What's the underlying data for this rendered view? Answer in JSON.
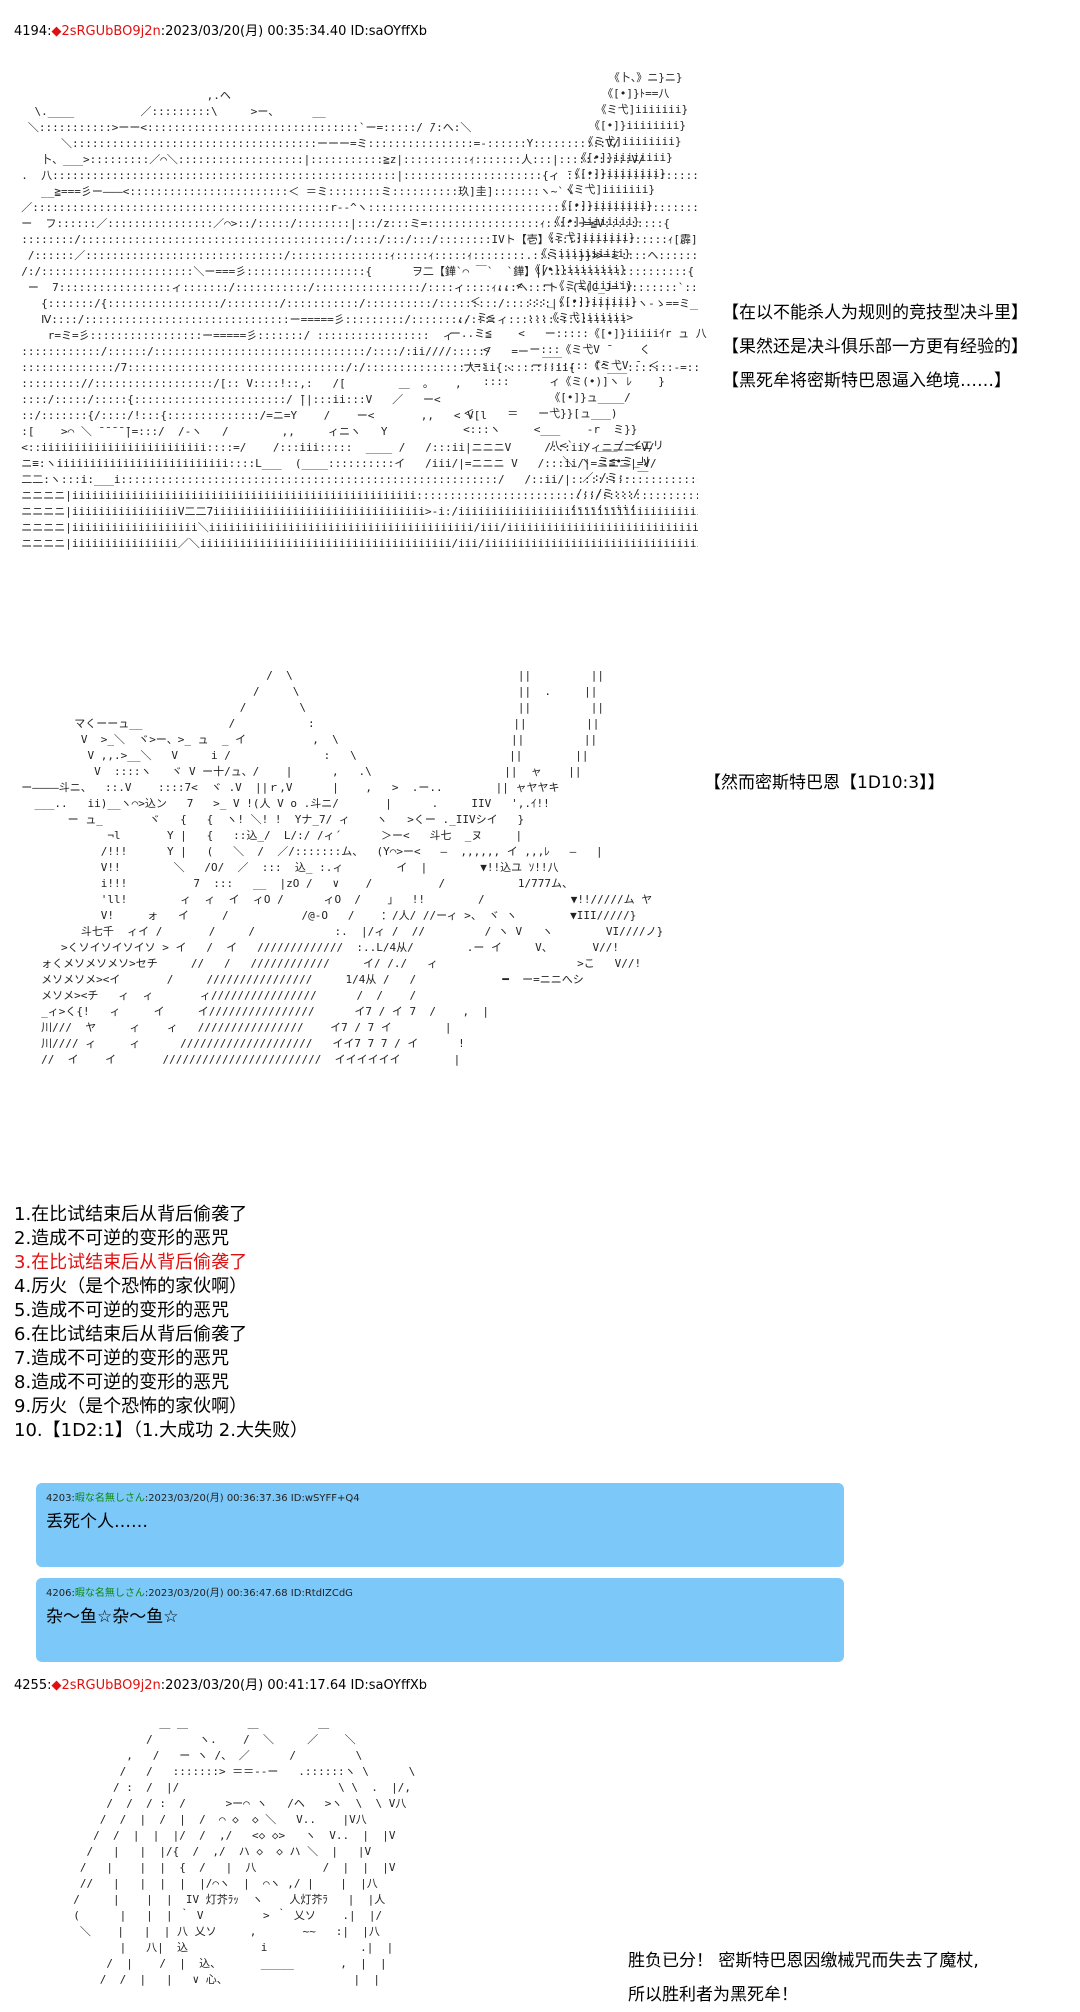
{
  "post1": {
    "number": "4194",
    "tripcode": "2sRGUbBO9j2n",
    "timestamp": "2023/03/20(月) 00:35:34.40",
    "id": "ID:saOYffXb",
    "narration": [
      "【在以不能杀人为规则的竞技型决斗里】",
      "【果然还是决斗俱乐部一方更有经验的】",
      "【黑死牟将密斯特巴恩逼入绝境……】"
    ],
    "art": "                              ,.ヘ\n    \\.____          ／:::::::::\\     >ー、     __\n   ＼:::::::::::>ーー<::::::::::::::::::::::::::::::::`ー=:::::/ ̄/:へ:＼\n        ＼:::::::::::::::::::::::::::::::::::::ーーー=ミ::::::::::::::::=-::::::Y:::::::::::V/\n     卜、___>:::::::::／⌒＼:::::::::::::::::::|:::::::::::≧z|::::::::::ｨ:::::::人:::|:::::::::::V/\n  .  八::::::::::::::::::::::::::::::::::::::::::::::::::::|:::::::::::::::::::::{ィ ̄:::::::::::::::::::::(r_ヲVI::::::\\ノ\n     __≧===彡ー―――<::::::::::::::::::::::::＜ ＝ミ::::::::ミ::::::::::玖]圭]:::::::ヽ~`ヽ\n  ／:::::::::::::::::::::::::::::::::::::::::::::r-‐^ヽ::::::::::::::::::::::::::::::::::::::::::::::::::::::::`ｰ-:::::｀\n  ー  フ::::::／::::::::::::::::／⌒>::/:::::/::::::::|:::/z:::ミ=:::::::::::::::::ｨ:::::ｰ=≦V:::::::::{\n  ::::::::/::::::::::::::::::::::::::::::::::::::::/::::/:::/:::/::::::::IVト【壱】::::::::::::::::::ｨ[霹]::::::::::::::::::::::::::}\n   /::::::／::::::::::::::::::::::::::::::/:::::::::::::::ｨ:::::ｨ:::::ｨ::::::::.:::::::}}≫=ミ::::ヘ:::::::::::::::::::::::≦:::::::/:::::::VII\n  /:/:::::::::::::::::::::::＼ー===彡::::::::::::::::::{      ヲ二【鏵`⌒ ￣`  `鏵】|/:::::::::::::::::::::{\n   ー  7:::::::::::::::::ィ:::::::/:::::::::::/::::::::::::::::/::::ィ::::ｨ:::ヘ:::ト..(=(C_J=`):::::::`::::ミ:::::::::::::::::::::::::::::::::::}\n     {:::::::/{:::::::::::::::::/::::::::/:::::::::::/::::::::::/:::::::::/:::::::|:::::::|::::ヽ-ゝ==ミ__r_ィ     ー‐‐\n     Ⅳ::::/:::::::::::::::::::::::::::::::ー=====彡:::::::::/::::::::/::::ィ::::::::::::::::::\n      r=ミ=彡:::::::::::::::::ー=====彡:::::::/ :::::::::::::::::  ィ\n  ::::::::::::/::::::/::::::::::::::::::::::::::::::::/::::/:ii////:::::/   =ー  ___\n  ::::::::::::::/7:::::::::::::::::::::::::::::::::/:/:::::::::::::::人:ii{::::::::ii{   ｢^___:::::::-=:::\n  ::::::::://::::::::::::::::::/[:: V::::!::,:   /[        ＿  ｡    ,\n  ::::/:::::/:::::{:::::::::::::::::::::::/ ̄||:::ii:::V   ／   ー<\n  ::/:::::::{/::::/!:::{::::::::::::::/=ニ=Y    /    ー<       ,,   < V[l\n  :[    >⌒ ＼ ̄ ̄ ̄ ̄ ̄|=:::/  /‐ヽ   /        ,,     ィニヽ   Y\n  <::iiiiiiiiiiiiiiiiiiiiiiiii::::=/    /:::iii:::::  ____ /   /:::ii|ニニニV     /:::ii/ィニニニ=V/\n  ニ≡:ヽiiiiiiiiiiiiiiiiiiiiiiiiii::::L___  (____::::::::::イ   /iii/|=ニニニ V   /:::ii/|=ニニニ|=V/\n  二二:ヽ:::i:___i:::::::::::::::::::::::::::::::::::::::::::::::::::::::::/   /::ii/|:::::::::::::::::::{ニニ==ニ/ニニ===ニ/ニ/ニ:-=ニニ\n  ニニニニ|iiiiiiiiiiiiiiiiiiiiiiiiiiiiiiiiiiiiiiiiiiiiiiiiiiii:::::::::::::::::::::::::::/:::::::::::::::::/::::ii/|ii=-=iii/iiiiii/:::/:iiiii/\n  ニニニニ|iiiiiiiiiiiiiiiiV二二7iiiiiiiiiiiiiiiiiiiiiiiiiiiiiiii>-i:/iiiiiiiiiiiiiiiiiiiiiiiiiiiiiiiiiiiiiiiiiiiiiiiiiiiiiiii/:::::::::::::::::::/\n  ニニニニ|iiiiiiiiiiiiiiiiiii＼iiiiiiiiiiiiiiiiiiiiiiiiiiiiiiiiiiiiiiii/iii/iiiiiiiiiiiiiiiiiiiiiiiiiiiiiiiiiiiiiiiiiiiiiiiiiiiiiiii/\n  ニニニニ|iiiiiiiiiiiiiiii／＼iiiiiiiiiiiiiiiiiiiiiiiiiiiiiiiiiiiiii/iii/iiiiiiiiiiiiiiiiiiiiiiiiiiiiiiiiiiii/iii/iiiiiiiiiiiiiiii/:::/:[•]:::/",
    "sword_art": "                           《卜、》ニ}ニ}\n                          《[•]}ﾄ==八\n                         《ミ弋]iiiiiii}\n                        《[•]}iiiiiiii}\n                       《ミ弋]iiiiiiii}\n                      《[•]}iiiiiiii}\n                     《[•]}iiiiiiii}\n                    《ミ弋]iiiiiii}\n                   《[•]}iiiiiiii}\n                  《[•]}iiiiiii}\n                 《ミ弋]iiiiiii}\n                《ミiiiiiiiiii}\n               《[•]}iiiiiiii}\n          ,, <   ー《ミ弋]iiiii}\n      ＜       :::_《[•]}iiiiii}\n    ,, ミ≦     :::《ミ弋]iiiiii>\n   ー..ミ≦    <   ー:::::《[•]}iiiiiｲr ュ 八\n        <      ー:::《ミ弋V ̄     く\n     ー=:   、  ー:::::::《ミ弋V ̄  ＜\n        ::::      ィ《ミ(•)]ヽ ﾚ    }\n                  《[•]}ュ____/\n     ＜     ＝   ー弋}}[ュ___)\n     <:::ヽ     <___    -r  ミ}}\n                  八<` ヽ ___/ イエリ\n                    ＼ ヽ ミ≦•ミ_リ\n                       ／:/ミ:- ￣\n                      /::/ミ:::/\n                     /:::/::ii/\n                    /:::/:iiii/\n                   /::/:ii/ﾐ\n                  /::/:::ii/\n                 /::/::iii/"
  },
  "post1b": {
    "narration": "【然而密斯特巴恩【1D10:3】】",
    "art": "                                       /  \\                                  ||         ||\n                                     /     \\                                 ||  .     ||\n                                   /        \\                                ||         ||\n          マくーーュ__             /           :                              ||         ||\n           V  >_＼  ヾ>ー、>_ ュ  _ イ          ,  \\                          ||         ||\n            V ,,.>__＼   V     i /              :   \\                       ||        ||\n             V  ::::ヽ   ヾ V ー十/ュ、/    |      ,   .\\                    ||  ャ    ||\n  ー――――斗ニ、  ::.V    ::::7<  ヾ .V  ||ｒ,V      |    ,   >  .ー..        || ャヤヤキ\n    ___..   ii)__ヽ⌒>込ン   7   >_ V !(人 V o .斗ニ/       |      .     IIV   ',.ｲ!!\n         ー ュ_       ヾ   {   {  ヽ! ＼! !  Yナ_7/ ィ    ヽ   >くー ._IIVシイ   }\n               ¬l       Y |   {   ::込_/  L/:/ /ィ´      ＞ー<   斗七  _ヌ     |\n              /!!!      Y |   (   ＼  /  ／/:::::::ム、  (Y⌒>ー<   ―  ,,,,,, イ ,,,ﾚ   ―   |\n              V!!        ＼   /O/  ／  :::  込_ :.ィ        イ  |        ▼!!込ユ ｿ!!八\n              i!!!          7  :::   __  |zO /   ∨    /          /           1/777ム、\n              'll!        ィ  ィ  イ  ィO /      ィO  /    」  !!        /             ▼!!/////ム ヤ\n              V!     ォ   イ     /           /@-O   /    ：/人/ //ーィ >、 ヾ ヽ        ▼III/////}\n           斗七千  ィイ /       /     /            :.  |/ィ /  //         / ヽ V   ヽ        VI////ノ}\n        >くソイソイソイソ > イ   /  イ   /////////////  :..L/4从/        .ー イ     V、      V//!\n     ォくメソメソメソ>セチ     //   /   ////////////     イ/ /./   ィ                     >こ   V//!\n     メソメソメ><イ       /     ////////////////     1/4从 /   /             ━  ー=ニニへシ\n     メソメ><チ   ィ  ィ       ィ////////////////      /  /    /\n     _ィ>く{!   ィ     イ     イ////////////////      イ7 / イ 7  /    ,  |\n     川///  ヤ     ィ    ィ   ////////////////    イ7 / 7 イ        |\n     川//// ィ     ィ      ////////////////////   イイ7 7 7 / イ      !\n     //  イ    イ       ////////////////////////  イイイイイイ        |"
  },
  "dice_list": [
    "1.在比试结束后从背后偷袭了",
    "2.造成不可逆的变形的恶咒",
    "3.在比试结束后从背后偷袭了",
    "4.厉火（是个恐怖的家伙啊）",
    "5.造成不可逆的变形的恶咒",
    "6.在比试结束后从背后偷袭了",
    "7.造成不可逆的变形的恶咒",
    "8.造成不可逆的变形的恶咒",
    "9.厉火（是个恐怖的家伙啊）",
    "10.【1D2:1】（1.大成功   2.大失败）"
  ],
  "highlighted_index": 2,
  "replies": [
    {
      "number": "4203",
      "name": "暇な名無しさん",
      "timestamp": ":2023/03/20(月) 00:36:37.36 ID:wSYFF+Q4",
      "message": "丢死个人……"
    },
    {
      "number": "4206",
      "name": "暇な名無しさん",
      "timestamp": ":2023/03/20(月) 00:36:47.68 ID:RtdIZCdG",
      "message": "杂～鱼☆杂～鱼☆"
    }
  ],
  "post2": {
    "number": "4255",
    "tripcode": "2sRGUbBO9j2n",
    "timestamp": "2023/03/20(月) 00:41:17.64",
    "id": "ID:saOYffXb",
    "narration": [
      "胜负已分！   密斯特巴恩因缴械咒而失去了魔杖,",
      "所以胜利者为黑死牟！"
    ],
    "art": "               ＿ ＿         ＿         ＿\n             /       ヽ.    /  ＼     ／    ＼\n          ,   /   ー ヽ /、 ／      /         \\\n         /   /   :::::::> ＝＝--ー   .::::::ヽ \\      \\\n        / :  /  |/                        \\ \\  .  |/,\n       /  /  / :  /      >ー⌒ ヽ   /ヘ   >ヽ  \\  \\ V八\n      /  /  |  /  |  /  ⌒ ◇  ◇ ＼   V..    |V八\n     /  /  |  |  |/  /  ,/   <◇ ◇>   ヽ  V..  |  |V\n    /   |   |  |/{  /  ,/  ハ ◇  ◇ ハ ＼  |   |V\n   /   |    |  |  {  /   |  八          /  |  |  |V\n   //   |   |  |  |  |/⌒ヽ  |  ⌒ヽ ,/ |    |  |八\n  /     |    |  |  IV 灯芥ﾗｯ  ヽ    人灯芥ﾗ   |  |人\n  (      |   |  | ｀ V         > ｀ 乂ソ    .|  |/\n   ＼    |   |  | 八 乂ソ     ,       ~~   :|  |八\n         |   八|  込           i              .|  |\n       /  |    /  |  込、      _____       ,  |  |\n      /  /  |   |   ∨ 心、                   |  |"
  }
}
